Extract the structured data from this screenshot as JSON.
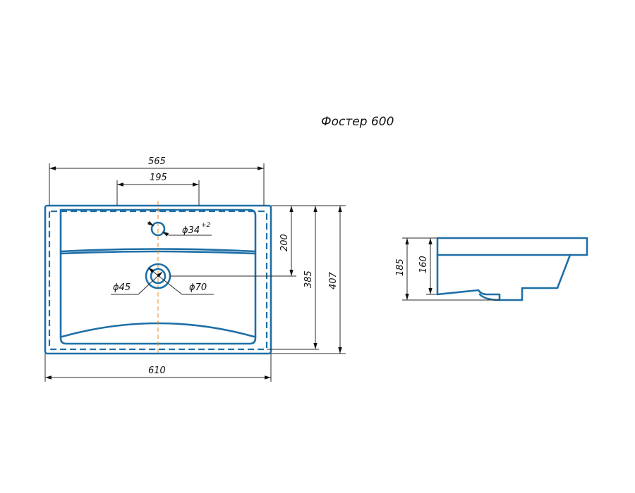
{
  "title": "Фостер 600",
  "top_view": {
    "width_top": "565",
    "tap_spacing": "195",
    "tap_hole": "ϕ34",
    "tap_hole_tolerance": "+2",
    "drain_inner": "ϕ45",
    "drain_outer": "ϕ70",
    "depth_to_drain": "200",
    "inner_depth": "385",
    "total_depth": "407",
    "total_width": "610"
  },
  "side_view": {
    "total_height": "185",
    "bowl_height": "160"
  },
  "colors": {
    "outline": "#1f6fa6",
    "dimension": "#2b2b2b",
    "axis": "#e08a2e"
  }
}
